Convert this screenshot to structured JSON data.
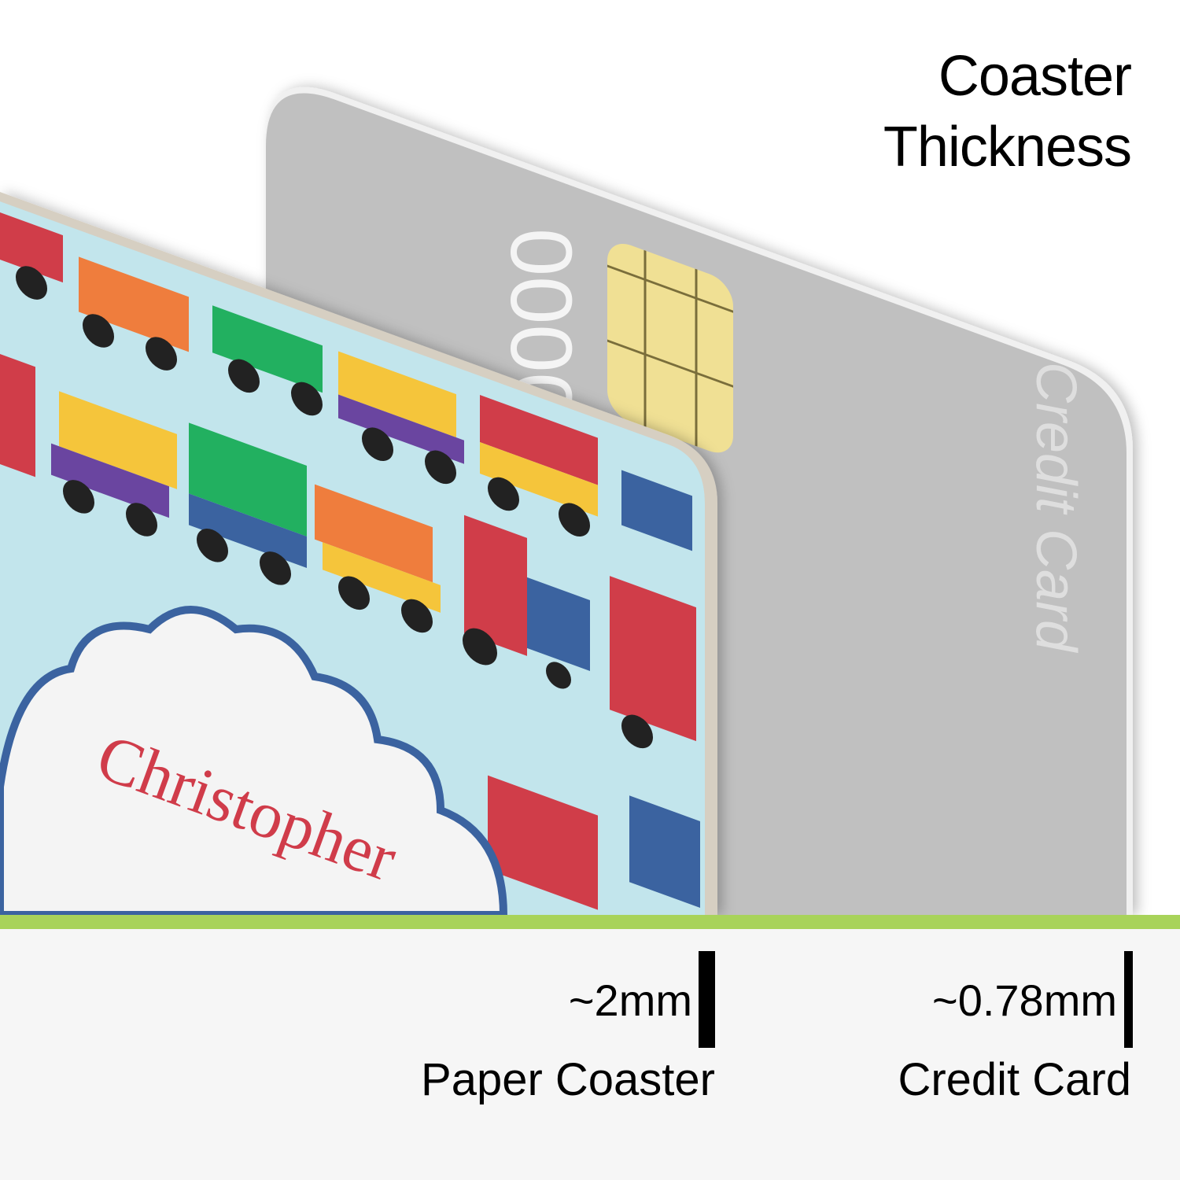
{
  "title": {
    "line1": "Coaster",
    "line2": "Thickness"
  },
  "card": {
    "number_fragment": "0000",
    "label": "Credit Card"
  },
  "coaster": {
    "name_text": "Christopher"
  },
  "measurements": [
    {
      "value": "~2mm",
      "label": "Paper Coaster"
    },
    {
      "value": "~0.78mm",
      "label": "Credit Card"
    }
  ],
  "colors": {
    "accent": "#a8d35a",
    "card": "#c0c0c0",
    "chip": "#f0e094",
    "coaster_bg": "#c2e5ec",
    "name": "#d03c4a"
  }
}
